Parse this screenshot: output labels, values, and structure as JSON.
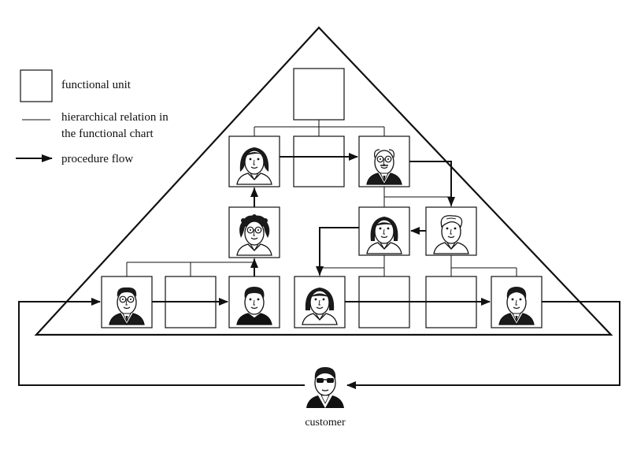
{
  "legend": {
    "functional_unit_label": "functional unit",
    "hierarchical_relation_line1": "hierarchical relation in",
    "hierarchical_relation_line2": "the functional chart",
    "procedure_flow_label": "procedure flow"
  },
  "customer": {
    "label": "customer",
    "icon": "customer-with-sunglasses-icon"
  },
  "colors": {
    "stroke": "#111111",
    "box_fill": "#ffffff",
    "hair": "#1a1a1a",
    "background": "#ffffff"
  },
  "units": [
    {
      "id": "top",
      "staffed": false
    },
    {
      "id": "l2-left",
      "staffed": true,
      "icon": "woman-dark-hair-icon"
    },
    {
      "id": "l2-mid",
      "staffed": false
    },
    {
      "id": "l2-right",
      "staffed": true,
      "icon": "bald-man-glasses-icon"
    },
    {
      "id": "l3-left",
      "staffed": true,
      "icon": "woman-curly-glasses-icon"
    },
    {
      "id": "l3-mid",
      "staffed": true,
      "icon": "woman-dark-bob-icon"
    },
    {
      "id": "l3-right",
      "staffed": true,
      "icon": "man-light-hair-icon"
    },
    {
      "id": "b1",
      "staffed": true,
      "icon": "man-glasses-tie-icon"
    },
    {
      "id": "b2",
      "staffed": false
    },
    {
      "id": "b3",
      "staffed": true,
      "icon": "man-dark-hair-icon"
    },
    {
      "id": "b4",
      "staffed": true,
      "icon": "woman-bob-hair-icon"
    },
    {
      "id": "b5",
      "staffed": false
    },
    {
      "id": "b6",
      "staffed": false
    },
    {
      "id": "b7",
      "staffed": true,
      "icon": "man-suit-icon"
    }
  ]
}
